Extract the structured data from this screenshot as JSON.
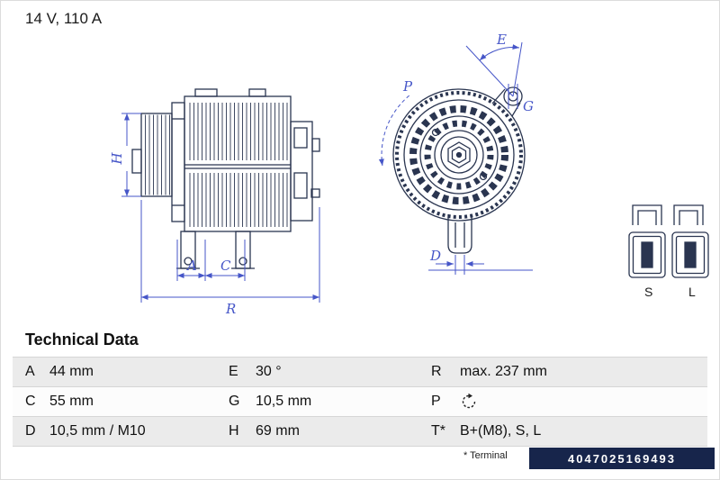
{
  "header": {
    "spec_label": "14 V, 110 A"
  },
  "diagram": {
    "dim_labels": {
      "H": "H",
      "A": "A",
      "C": "C",
      "R": "R",
      "P": "P",
      "E": "E",
      "G": "G",
      "D": "D"
    },
    "connector_labels": {
      "s": "S",
      "l": "L"
    }
  },
  "table": {
    "title": "Technical Data",
    "rows": [
      [
        {
          "label": "A",
          "value": "44 mm"
        },
        {
          "label": "E",
          "value": "30 °"
        },
        {
          "label": "R",
          "value": "max. 237 mm"
        }
      ],
      [
        {
          "label": "C",
          "value": "55 mm"
        },
        {
          "label": "G",
          "value": "10,5 mm"
        },
        {
          "label": "P",
          "value": "",
          "icon": "clockwise-rotation-icon"
        }
      ],
      [
        {
          "label": "D",
          "value": "10,5 mm / M10"
        },
        {
          "label": "H",
          "value": "69 mm"
        },
        {
          "label": "T*",
          "value": "B+(M8), S, L"
        }
      ]
    ],
    "footnote": "* Terminal"
  },
  "badge": {
    "text": "4047025169493"
  },
  "colors": {
    "line": "#2a3550",
    "dimension": "#4656c8",
    "badge_bg": "#17254b"
  }
}
